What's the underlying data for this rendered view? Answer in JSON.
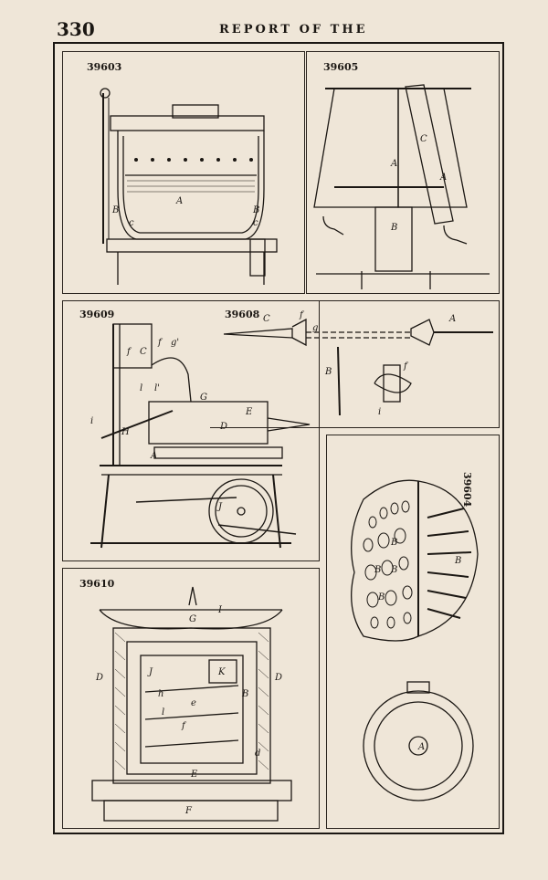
{
  "page": {
    "number": "330",
    "running_head": "REPORT OF THE"
  },
  "figures": [
    {
      "id": "39603",
      "labels": [
        "A",
        "B",
        "B",
        "c",
        "c"
      ]
    },
    {
      "id": "39605",
      "labels": [
        "A",
        "A",
        "B",
        "C"
      ]
    },
    {
      "id": "39609",
      "labels": [
        "f",
        "C",
        "f",
        "g'",
        "G",
        "E",
        "D",
        "H",
        "A",
        "J",
        "l",
        "l'",
        "i"
      ]
    },
    {
      "id": "39608",
      "labels": [
        "C",
        "f",
        "g",
        "A",
        "B",
        "f",
        "i"
      ]
    },
    {
      "id": "39604",
      "labels": [
        "B",
        "B",
        "B",
        "B",
        "B",
        "A"
      ]
    },
    {
      "id": "39610",
      "labels": [
        "G",
        "I",
        "K",
        "D",
        "D",
        "B",
        "J",
        "e",
        "f",
        "h",
        "l",
        "d",
        "E",
        "F"
      ]
    }
  ]
}
